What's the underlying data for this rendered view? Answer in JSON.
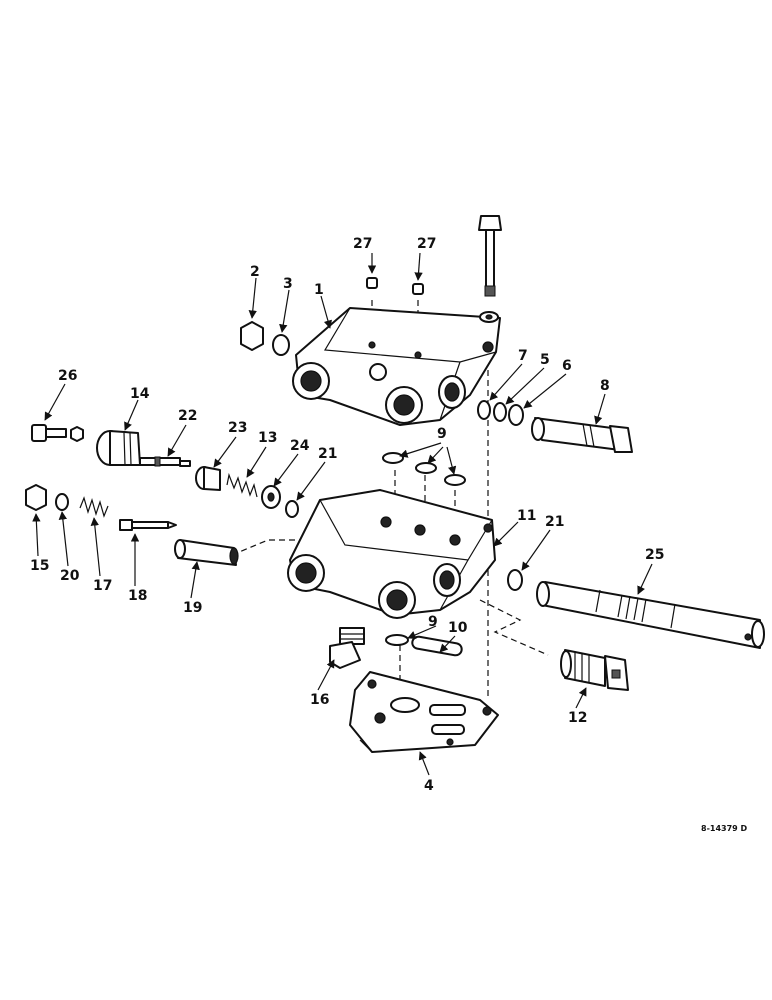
{
  "diagram": {
    "drawing_code": "8-14379 D",
    "callouts": {
      "c1": "1",
      "c2": "2",
      "c3": "3",
      "c4": "4",
      "c5": "5",
      "c6": "6",
      "c7": "7",
      "c8": "8",
      "c9a": "9",
      "c9b": "9",
      "c10": "10",
      "c11": "11",
      "c12": "12",
      "c13": "13",
      "c14": "14",
      "c15": "15",
      "c16": "16",
      "c17": "17",
      "c18": "18",
      "c19": "19",
      "c20": "20",
      "c21a": "21",
      "c21b": "21",
      "c22": "22",
      "c23": "23",
      "c24": "24",
      "c25": "25",
      "c26": "26",
      "c27a": "27",
      "c27b": "27"
    }
  }
}
